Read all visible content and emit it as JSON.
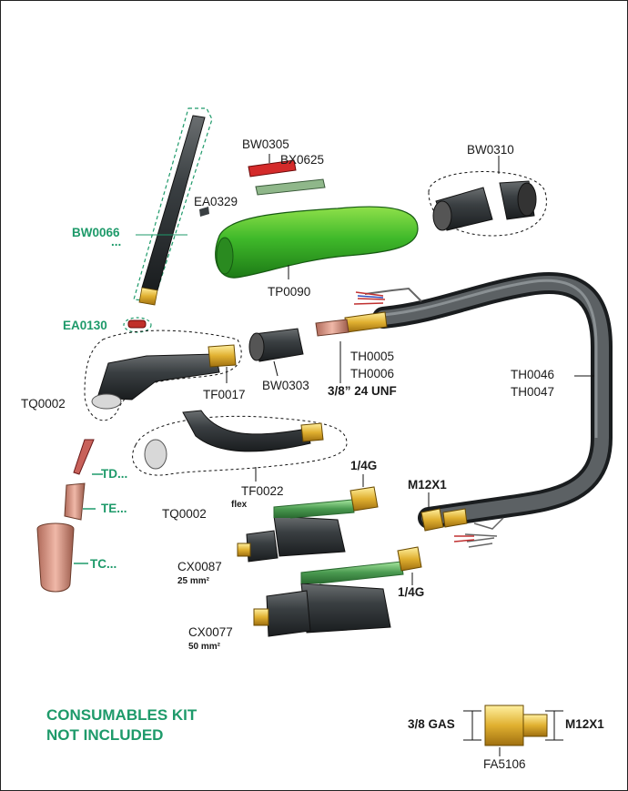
{
  "colors": {
    "accent_green": "#1e9a6a",
    "handle_green": "#3fb92a",
    "cable": "#3a3f42",
    "brass": "#e0b030",
    "copper": "#d08f7a"
  },
  "parts": {
    "bw0305": "BW0305",
    "bx0625": "BX0625",
    "bw0310": "BW0310",
    "ea0329": "EA0329",
    "bw0066": "BW0066",
    "bw0066_dots": "...",
    "tp0090": "TP0090",
    "ea0130": "EA0130",
    "th0005": "TH0005",
    "th0006": "TH0006",
    "thread_unf": "3/8” 24 UNF",
    "bw0303": "BW0303",
    "tf0017": "TF0017",
    "th0046": "TH0046",
    "th0047": "TH0047",
    "tq0002_top": "TQ0002",
    "td": "TD...",
    "te": "TE...",
    "tc": "TC...",
    "tf0022": "TF0022",
    "tf0022_note": "flex",
    "tq0002_bottom": "TQ0002",
    "quarter_g_top": "1/4G",
    "m12x1_top": "M12X1",
    "cx0087": "CX0087",
    "cx0087_size": "25 mm²",
    "quarter_g_bottom": "1/4G",
    "cx0077": "CX0077",
    "cx0077_size": "50 mm²",
    "gas_38": "3/8 GAS",
    "m12x1_adapter": "M12X1",
    "fa5106": "FA5106"
  },
  "notice": {
    "line1": "CONSUMABLES KIT",
    "line2": "NOT INCLUDED"
  }
}
